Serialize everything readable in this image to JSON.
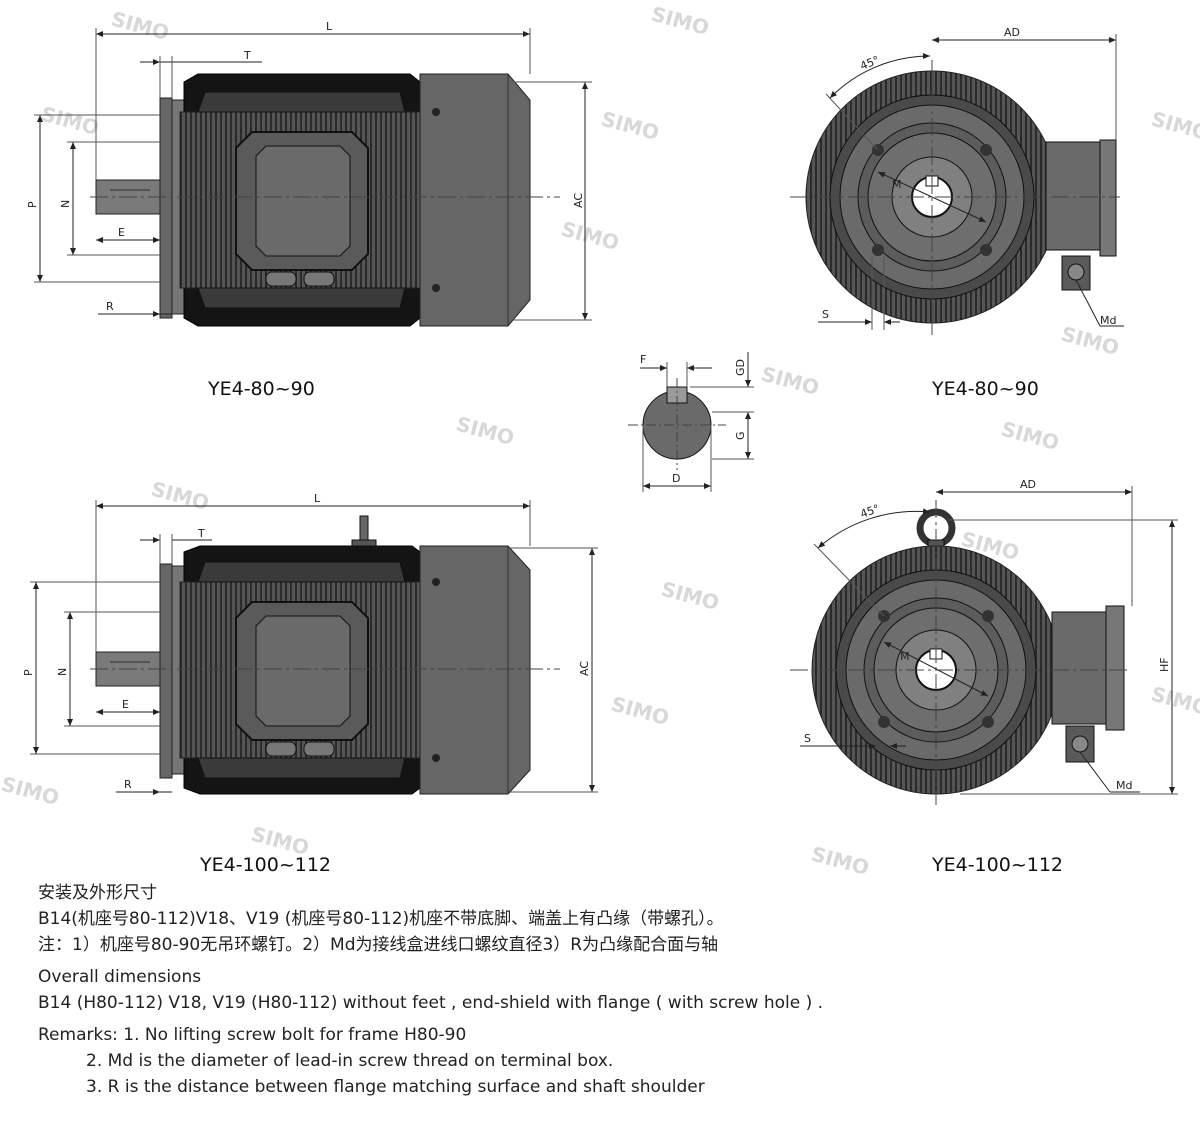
{
  "dimension_labels": {
    "L": "L",
    "T": "T",
    "P": "P",
    "N": "N",
    "E": "E",
    "R": "R",
    "AC": "AC",
    "AD": "AD",
    "angle": "45°",
    "M": "M",
    "S": "S",
    "Md": "Md",
    "HF": "HF",
    "F": "F",
    "GD": "GD",
    "G": "G",
    "D": "D"
  },
  "captions": {
    "top_left": "YE4-80~90",
    "top_right": "YE4-80~90",
    "bottom_left": "YE4-100~112",
    "bottom_right": "YE4-100~112"
  },
  "watermark": "SIMO",
  "notes": {
    "cn_title": "安装及外形尺寸",
    "cn_line1": "B14(机座号80-112)V18、V19 (机座号80-112)机座不带底脚、端盖上有凸缘（带螺孔）。",
    "cn_line2": "注：1）机座号80-90无吊环螺钉。2）Md为接线盒进线口螺纹直径3）R为凸缘配合面与轴",
    "en_title": "Overall dimensions",
    "en_line1": "B14 (H80-112) V18, V19  (H80-112) without feet , end-shield with flange ( with screw hole ) .",
    "remark1": "Remarks: 1. No lifting screw bolt for frame H80-90",
    "remark2": "2. Md is the diameter of lead-in screw thread on terminal box.",
    "remark3": "3. R is the distance between flange matching surface and shaft shoulder"
  }
}
